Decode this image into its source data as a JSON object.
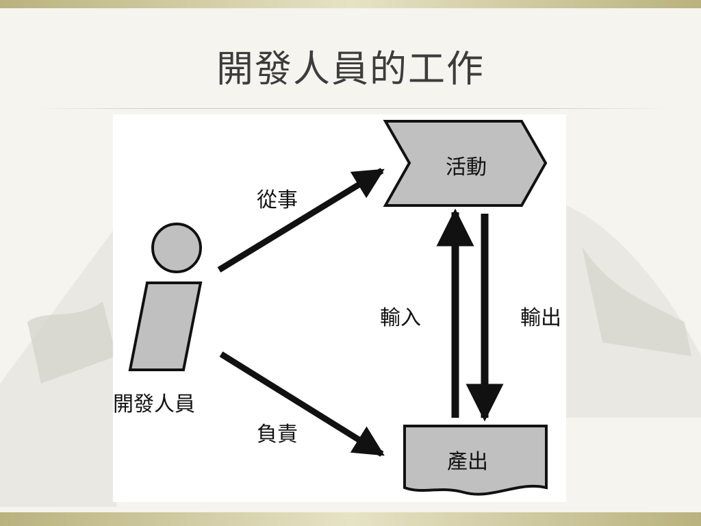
{
  "slide": {
    "title": "開發人員的工作"
  },
  "diagram": {
    "nodes": {
      "developer": "開發人員",
      "activity": "活動",
      "output": "產出"
    },
    "edges": {
      "engages_in": "從事",
      "responsible_for": "負責",
      "input": "輸入",
      "output": "輸出"
    }
  },
  "colors": {
    "shape_fill": "#c0c0c0",
    "stroke": "#111111",
    "panel": "#ffffff"
  }
}
